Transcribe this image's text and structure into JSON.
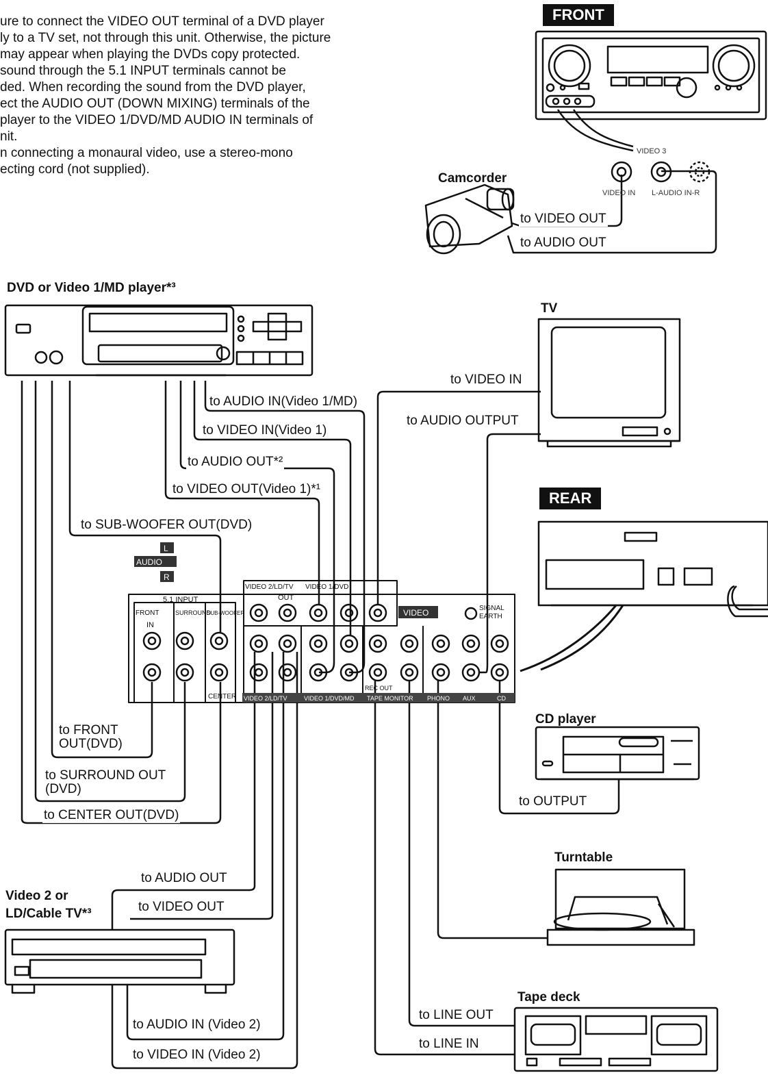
{
  "notes": {
    "line1": "ure to connect the VIDEO OUT terminal of a DVD player",
    "line2": "ly to a TV set, not through this unit. Otherwise, the picture",
    "line3": " may appear when playing the DVDs copy protected.",
    "line4": " sound through the 5.1 INPUT terminals cannot be",
    "line5": "ded. When recording the sound from the DVD player,",
    "line6": "ect the AUDIO OUT (DOWN MIXING) terminals of the",
    "line7": "player to the VIDEO 1/DVD/MD AUDIO IN terminals of",
    "line8": "nit.",
    "line9": "n connecting a monaural video, use a stereo-mono",
    "line10": "ecting cord (not supplied)."
  },
  "badges": {
    "front": "FRONT",
    "rear": "REAR"
  },
  "devices": {
    "dvd": "DVD or Video 1/MD player*³",
    "tv": "TV",
    "camcorder": "Camcorder",
    "cd": "CD player",
    "turntable": "Turntable",
    "video2_line1": "Video 2 or",
    "video2_line2": "LD/Cable TV*³",
    "tape": "Tape deck"
  },
  "front_panel": {
    "video3": "VIDEO 3",
    "video_in": "VIDEO IN",
    "audio_in": "L-AUDIO IN-R"
  },
  "labels": {
    "cam_video_out": "to VIDEO OUT",
    "cam_audio_out": "to AUDIO OUT",
    "tv_video_in": "to VIDEO IN",
    "tv_audio_output": "to AUDIO OUTPUT",
    "audio_in_video1md": "to AUDIO IN(Video 1/MD)",
    "video_in_video1": "to VIDEO IN(Video 1)",
    "audio_out_2": "to AUDIO OUT*²",
    "video_out_video1": "to VIDEO OUT(Video 1)*¹",
    "sub_woofer_out": "to SUB-WOOFER OUT(DVD)",
    "front_out_1": "to FRONT",
    "front_out_2": "OUT(DVD)",
    "surround_out_1": "to SURROUND OUT",
    "surround_out_2": "(DVD)",
    "center_out": "to CENTER OUT(DVD)",
    "v2_audio_out": "to AUDIO OUT",
    "v2_video_out": "to VIDEO OUT",
    "v2_audio_in": "to AUDIO IN (Video 2)",
    "v2_video_in": "to VIDEO IN (Video 2)",
    "cd_output": "to OUTPUT",
    "tape_line_out": "to LINE OUT",
    "tape_line_in": "to LINE IN"
  },
  "panel": {
    "audio": "AUDIO",
    "l": "L",
    "r": "R",
    "input51": "5.1 INPUT",
    "front": "FRONT",
    "surround": "SURROUND",
    "subwoofer": "SUB-WOOFER",
    "in": "IN",
    "out": "OUT",
    "center": "CENTER",
    "video2_top": "VIDEO 2/LD/TV",
    "video1_top": "VIDEO 1/DVD",
    "video_badge": "VIDEO",
    "signal_earth_1": "SIGNAL",
    "signal_earth_2": "EARTH",
    "rec_out": "REC OUT",
    "bottom_video2": "VIDEO 2/LD/TV",
    "bottom_video1": "VIDEO 1/DVD/MD",
    "bottom_tape": "TAPE MONITOR",
    "bottom_phono": "PHONO",
    "bottom_aux": "AUX",
    "bottom_cd": "CD"
  }
}
